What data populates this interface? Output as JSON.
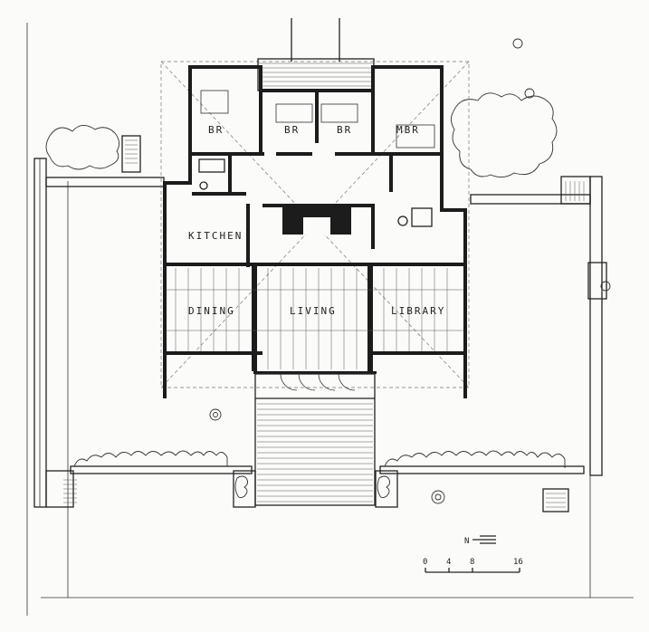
{
  "rooms": {
    "br1": "BR",
    "br2": "BR",
    "br3": "BR",
    "mbr": "MBR",
    "kitchen": "KITCHEN",
    "dining": "DINING",
    "living": "LIVING",
    "library": "LIBRARY"
  },
  "scale": {
    "north_label": "N",
    "ticks": [
      "0",
      "4",
      "8",
      "16"
    ]
  }
}
